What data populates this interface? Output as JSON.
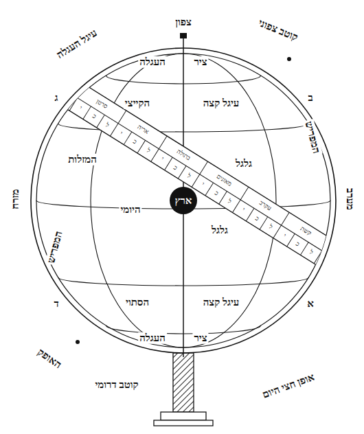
{
  "diagram": {
    "nodes": [
      {
        "text": [
          "ארץ"
        ]
      }
    ],
    "labels": [
      "צפון",
      "קוטב צפוני",
      "עיגל העגלה",
      "העגלה",
      "ציר",
      "הקייצי",
      "עיגל קצה",
      "המזלות",
      "גלגל",
      "היומי",
      "גלגל",
      "הסתוי",
      "עיגל קצה",
      "העגלה",
      "ציר",
      "המפריש",
      "המפריש",
      "ג",
      "ב",
      "ד",
      "א",
      "מזרח",
      "מערב",
      "קוטב דרומי",
      "אופן חצי היום",
      "האופק",
      "סרטן",
      "אריה",
      "בתולה",
      "מאזנים",
      "עקרב",
      "קשת",
      "י",
      "כ",
      "ל",
      "י",
      "כ",
      "ל",
      "י",
      "כ",
      "ל",
      "י",
      "כ",
      "ל",
      "י",
      "כ",
      "ל",
      "י",
      "כ",
      "ל"
    ]
  }
}
